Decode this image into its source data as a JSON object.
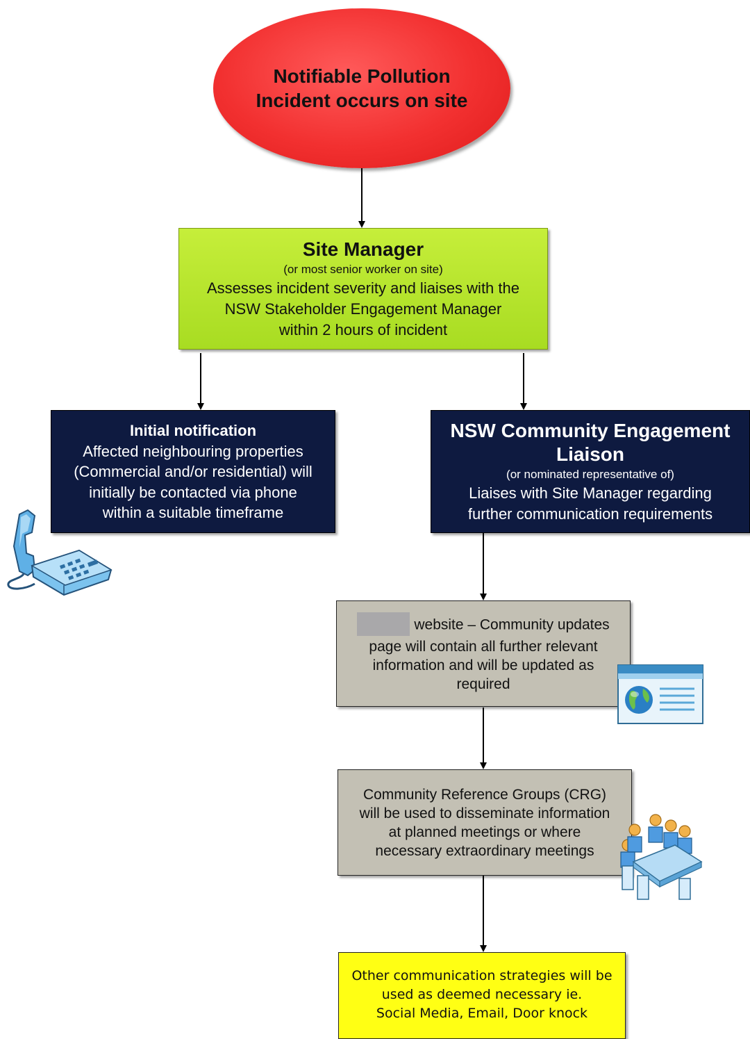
{
  "incident": {
    "line1": "Notifiable Pollution",
    "line2": "Incident occurs on site"
  },
  "site_manager": {
    "title": "Site Manager",
    "subtitle": "(or most senior worker on site)",
    "lines": [
      "Assesses incident severity and liaises with the",
      "NSW Stakeholder Engagement Manager",
      "within 2 hours of incident"
    ]
  },
  "initial_notification": {
    "title": "Initial notification",
    "lines": [
      "Affected neighbouring properties",
      "(Commercial and/or residential) will",
      "initially be contacted via phone",
      "within a suitable timeframe"
    ]
  },
  "community_liaison": {
    "title_line1": "NSW Community Engagement",
    "title_line2": "Liaison",
    "subtitle": "(or nominated representative of)",
    "lines": [
      "Liaises with Site Manager regarding",
      "further communication requirements"
    ]
  },
  "website": {
    "lines": [
      "website – Community updates",
      "page will contain all further relevant",
      "information and will be updated as",
      "required"
    ]
  },
  "crg": {
    "lines": [
      "Community Reference Groups (CRG)",
      "will be used to disseminate information",
      "at planned meetings or where",
      "necessary extraordinary meetings"
    ]
  },
  "other": {
    "lines": [
      "Other communication strategies will be",
      "used as deemed necessary ie.",
      "Social Media, Email, Door knock"
    ]
  },
  "icons": [
    "telephone-icon",
    "website-icon",
    "meeting-icon"
  ],
  "colors": {
    "incident": "#f23030",
    "site_manager": "#b5e42c",
    "navy": "#0e1a40",
    "grey": "#c3c0b4",
    "yellow": "#ffff14"
  }
}
